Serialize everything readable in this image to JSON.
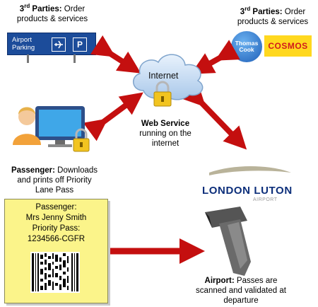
{
  "top_left": {
    "parties_prefix": "3",
    "parties_sup": "rd",
    "parties_word": " Parties:",
    "parties_rest": " Order products & services"
  },
  "top_right": {
    "parties_prefix": "3",
    "parties_sup": "rd",
    "parties_word": " Parties:",
    "parties_rest": " Order products & services"
  },
  "parking_sign": {
    "text_line1": "Airport",
    "text_line2": "Parking",
    "plane_icon": "airplane-icon",
    "p_icon_letter": "P"
  },
  "brands": {
    "thomas_cook": "Thomas Cook",
    "cosmos": "COSMOS"
  },
  "internet": {
    "cloud_label": "Internet"
  },
  "web_service": {
    "title": "Web Service",
    "desc": "running on the internet"
  },
  "passenger": {
    "title": "Passenger:",
    "desc": " Downloads and prints off Priority Lane Pass"
  },
  "ticket": {
    "line1": "Passenger:",
    "line2": "Mrs Jenny Smith",
    "line3": "Priority Pass:",
    "line4": "1234566-CGFR"
  },
  "airport_logo": {
    "name": "LONDON LUTON",
    "sub": "AIRPORT"
  },
  "airport": {
    "title": "Airport:",
    "desc": " Passes are scanned and validated at departure"
  },
  "colors": {
    "arrow": "#c40f0f",
    "ticket": "#fbf48a",
    "cloud": "#c9dff5",
    "luton_blue": "#0c2e7a"
  }
}
